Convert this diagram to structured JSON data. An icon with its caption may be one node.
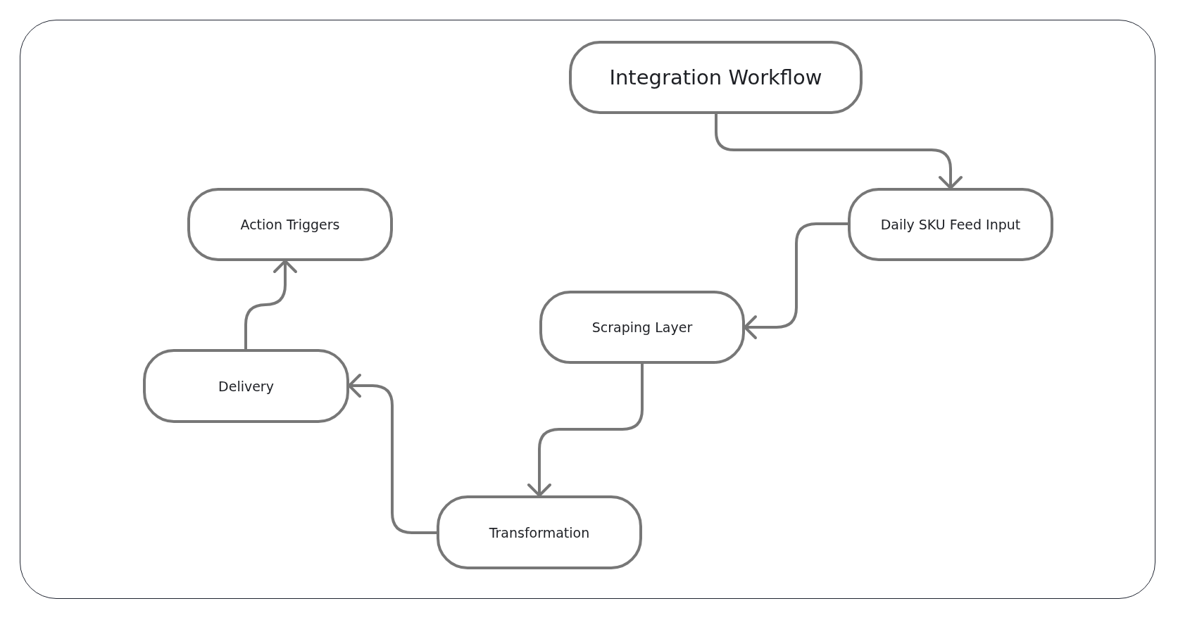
{
  "diagram": {
    "nodes": [
      {
        "text": [
          "Integration Workflow"
        ]
      },
      {
        "text": [
          "Daily SKU Feed Input"
        ]
      },
      {
        "text": [
          "Action Triggers"
        ]
      },
      {
        "text": [
          "Scraping Layer"
        ]
      },
      {
        "text": [
          "Delivery"
        ]
      },
      {
        "text": [
          "Transformation"
        ]
      }
    ],
    "edges": [
      {
        "from": 0,
        "to": 1,
        "arrow": "to"
      },
      {
        "from": 1,
        "to": 3,
        "arrow": "to"
      },
      {
        "from": 3,
        "to": 5,
        "arrow": "to"
      },
      {
        "from": 5,
        "to": 4,
        "arrow": "to"
      },
      {
        "from": 4,
        "to": 2,
        "arrow": "to"
      }
    ]
  }
}
